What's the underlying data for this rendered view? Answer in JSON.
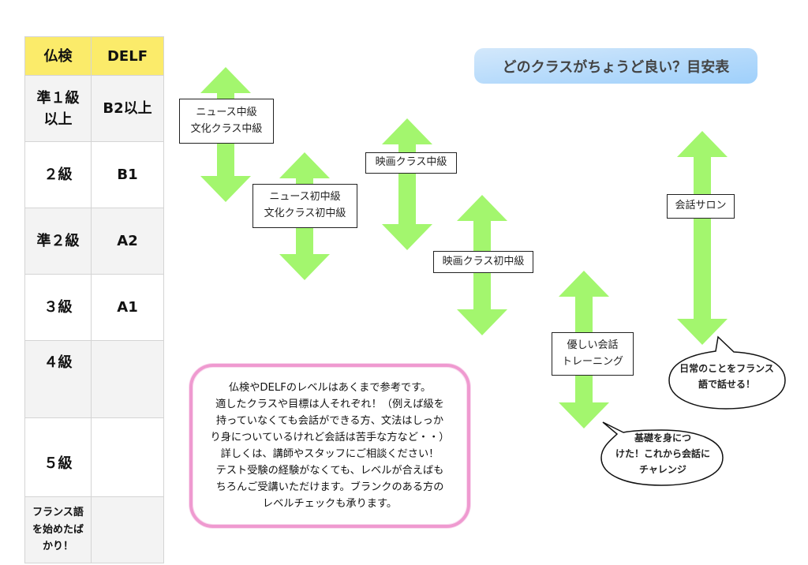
{
  "title": "どのクラスがちょうど良い？目安表",
  "table": {
    "headers": [
      "仏検",
      "DELF"
    ],
    "rows": [
      {
        "futsuken": "準１級\n以上",
        "futsuken_lines": [
          "準１級",
          "以上"
        ],
        "delf": "B2以上"
      },
      {
        "futsuken": "２級",
        "delf": "B1"
      },
      {
        "futsuken": "準２級",
        "delf": "A2"
      },
      {
        "futsuken": "３級",
        "delf": "A1"
      },
      {
        "futsuken": "４級",
        "delf": ""
      },
      {
        "futsuken": "５級",
        "delf": ""
      },
      {
        "futsuken_lines": [
          "フランス語",
          "を始めたば",
          "かり！"
        ],
        "delf": ""
      }
    ]
  },
  "classes": [
    {
      "lines": [
        "ニュース中級",
        "文化クラス中級"
      ],
      "arrow_color": "#a3f66e"
    },
    {
      "lines": [
        "ニュース初中級",
        "文化クラス初中級"
      ],
      "arrow_color": "#a3f66e"
    },
    {
      "lines": [
        "映画クラス中級"
      ],
      "arrow_color": "#a3f66e"
    },
    {
      "lines": [
        "映画クラス初中級"
      ],
      "arrow_color": "#a3f66e"
    },
    {
      "lines": [
        "優しい会話",
        "トレーニング"
      ],
      "arrow_color": "#a3f66e"
    },
    {
      "lines": [
        "会話サロン"
      ],
      "arrow_color": "#a3f66e"
    }
  ],
  "bubbles": [
    {
      "lines": [
        "日常のことをフランス",
        "語で話せる！"
      ]
    },
    {
      "lines": [
        "基礎を身につ",
        "けた！これから会話に",
        "チャレンジ"
      ]
    }
  ],
  "note": {
    "lines": [
      "仏検やDELFのレベルはあくまで参考です。",
      "適したクラスや目標は人それぞれ！（例えば級を",
      "持っていなくても会話ができる方、文法はしっか",
      "り身についているけれど会話は苦手な方など・・）",
      "詳しくは、講師やスタッフにご相談ください！",
      "テスト受験の経験がなくても、レベルが合えばも",
      "ちろんご受講いただけます。ブランクのある方の",
      "レベルチェックも承ります。"
    ],
    "border_color": "#ef9ad0"
  },
  "colors": {
    "arrow": "#a3f66e",
    "table_header": "#fbeb6a",
    "title_bg": "#b5dafb"
  }
}
